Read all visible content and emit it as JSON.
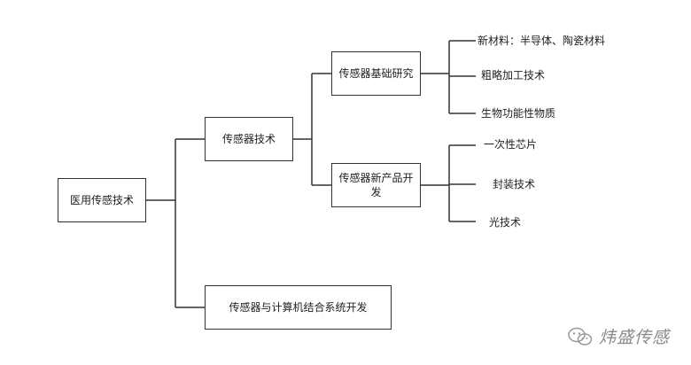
{
  "root": {
    "label": "医用传感技术"
  },
  "branches": [
    {
      "label": "传感器技术",
      "children": [
        {
          "label": "传感器基础研究",
          "leaves": [
            "新材料：半导体、陶瓷材料",
            "粗略加工技术",
            "生物功能性物质"
          ]
        },
        {
          "label": "传感器新产品开发",
          "leaves": [
            "一次性芯片",
            "封装技术",
            "光技术"
          ]
        }
      ]
    },
    {
      "label": "传感器与计算机结合系统开发"
    }
  ],
  "watermark": {
    "text": "炜盛传感",
    "icon": "wechat-icon"
  },
  "colors": {
    "line": "#333333",
    "text": "#222222",
    "watermark": "#8a8a8a"
  }
}
